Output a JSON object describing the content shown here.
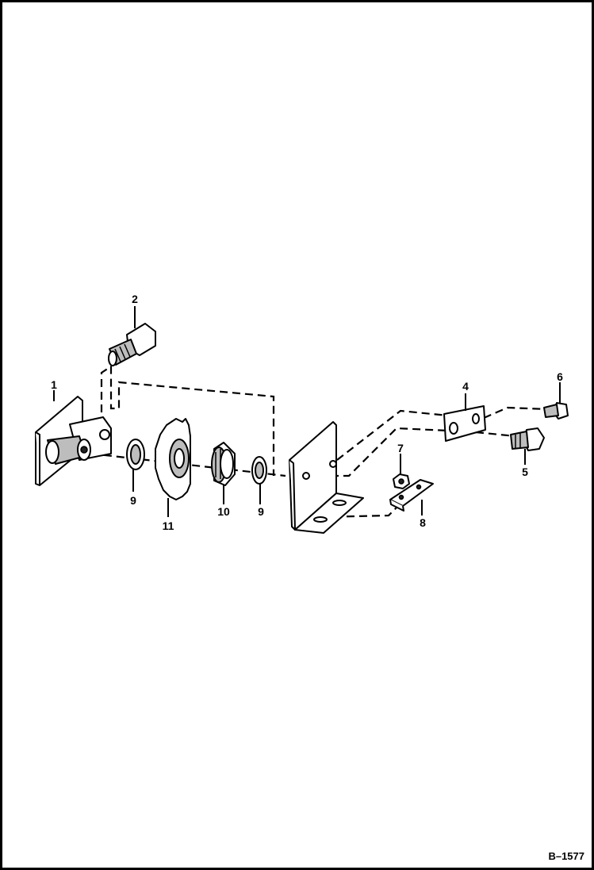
{
  "callouts": {
    "c1": "1",
    "c2": "2",
    "c4": "4",
    "c5": "5",
    "c6": "6",
    "c7": "7",
    "c8": "8",
    "c9a": "9",
    "c9b": "9",
    "c10": "10",
    "c11": "11"
  },
  "figure_code": "B–1577"
}
